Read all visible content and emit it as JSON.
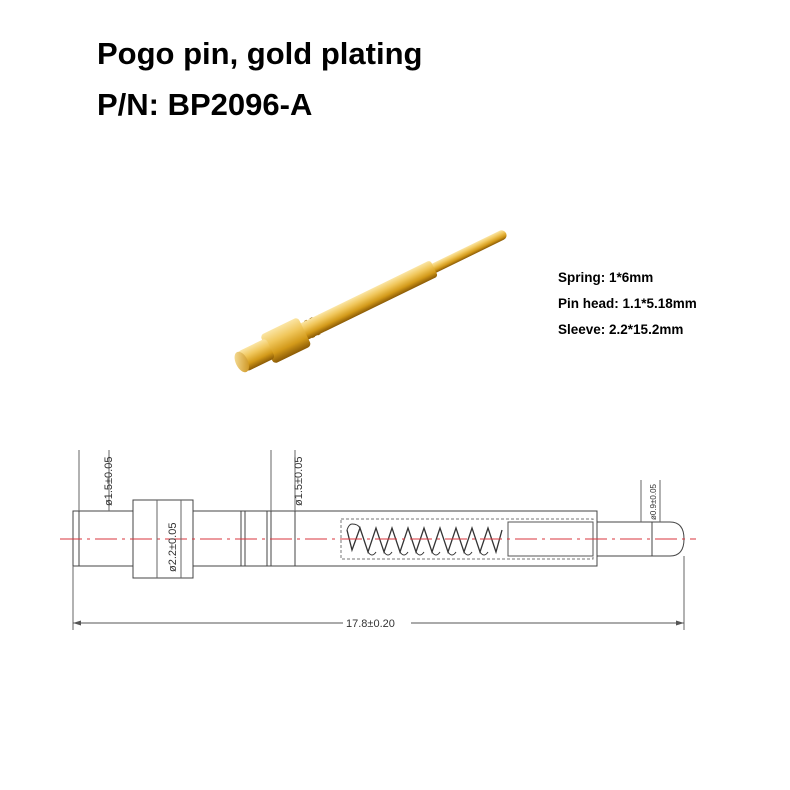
{
  "title": {
    "line1": "Pogo pin, gold plating",
    "line2": "P/N: BP2096-A"
  },
  "specs": [
    "Spring: 1*6mm",
    "Pin head: 1.1*5.18mm",
    "Sleeve: 2.2*15.2mm"
  ],
  "drawing": {
    "dim_left_dia": "ø1.5±0.05",
    "dim_collar_dia": "ø2.2±0.05",
    "dim_mid_dia": "ø1.5±0.05",
    "dim_tip_dia": "ø0.9±0.05",
    "dim_total_length": "17.8±0.20"
  },
  "colors": {
    "gold_light": "#f4d27a",
    "gold_mid": "#d9a521",
    "gold_dark": "#8a5a05",
    "centerline": "#d9363e",
    "line": "#333333"
  }
}
